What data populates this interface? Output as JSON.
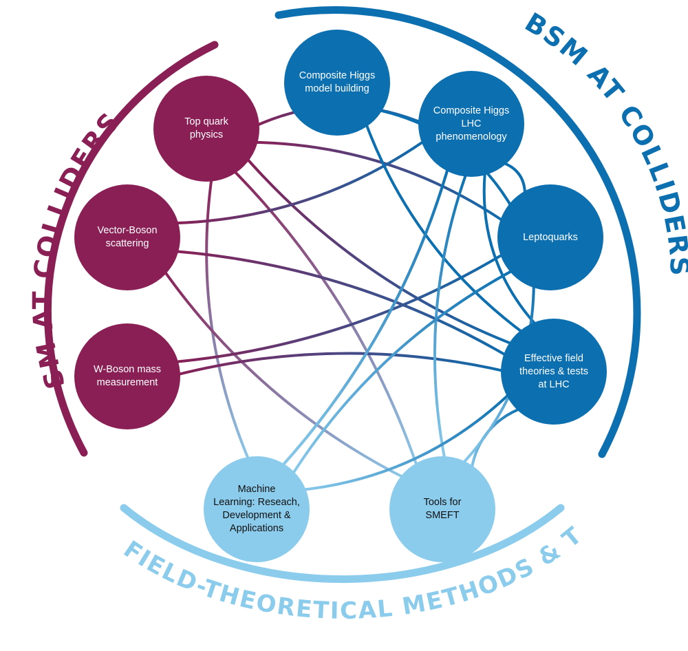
{
  "colors": {
    "sm": "#8a1f55",
    "bsm": "#0b6fb0",
    "tools": "#8bcbec",
    "node_text_dark": "#ffffff",
    "node_text_light": "#111111"
  },
  "groups": {
    "sm": {
      "label": "SM AT COLLIDERS"
    },
    "bsm": {
      "label": "BSM AT COLLIDERS"
    },
    "tools": {
      "label": "FIELD-THEORETICAL METHODS & TOOLS"
    }
  },
  "nodes": [
    {
      "id": "top",
      "group": "sm",
      "label": "Top quark\nphysics"
    },
    {
      "id": "vbs",
      "group": "sm",
      "label": "Vector-Boson\nscattering"
    },
    {
      "id": "wmass",
      "group": "sm",
      "label": "W-Boson mass\nmeasurement"
    },
    {
      "id": "chmb",
      "group": "bsm",
      "label": "Composite Higgs\nmodel building"
    },
    {
      "id": "chlhc",
      "group": "bsm",
      "label": "Composite Higgs\nLHC\nphenomenology"
    },
    {
      "id": "lq",
      "group": "bsm",
      "label": "Leptoquarks"
    },
    {
      "id": "eft",
      "group": "bsm",
      "label": "Effective field\ntheories & tests\nat LHC"
    },
    {
      "id": "ml",
      "group": "tools",
      "label": "Machine\nLearning: Reseach,\nDevelopment &\nApplications"
    },
    {
      "id": "smeft",
      "group": "tools",
      "label": "Tools for\nSMEFT"
    }
  ],
  "edges": [
    [
      "top",
      "lq"
    ],
    [
      "top",
      "eft"
    ],
    [
      "top",
      "smeft"
    ],
    [
      "top",
      "ml"
    ],
    [
      "top",
      "chlhc"
    ],
    [
      "vbs",
      "chlhc"
    ],
    [
      "vbs",
      "eft"
    ],
    [
      "vbs",
      "smeft"
    ],
    [
      "wmass",
      "eft"
    ],
    [
      "wmass",
      "lq"
    ],
    [
      "chmb",
      "lq"
    ],
    [
      "chmb",
      "eft"
    ],
    [
      "chlhc",
      "ml"
    ],
    [
      "chlhc",
      "smeft"
    ],
    [
      "chlhc",
      "lq"
    ],
    [
      "chlhc",
      "eft"
    ],
    [
      "chlhc",
      "ml"
    ],
    [
      "lq",
      "ml"
    ],
    [
      "eft",
      "ml"
    ],
    [
      "eft",
      "smeft"
    ],
    [
      "lq",
      "smeft"
    ]
  ]
}
